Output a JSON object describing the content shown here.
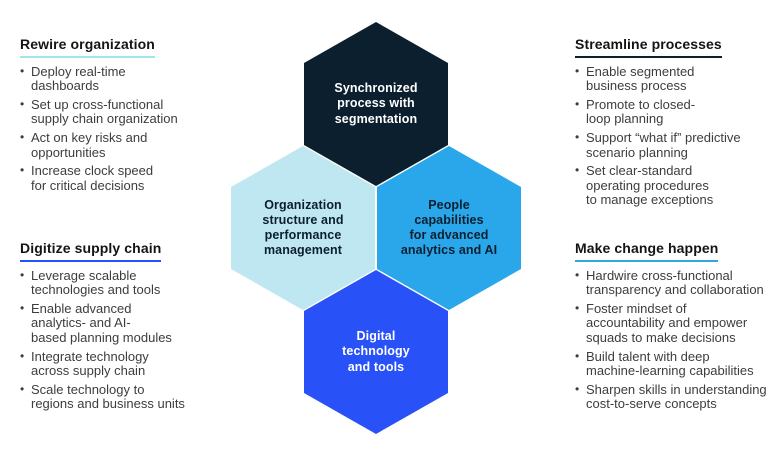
{
  "diagram": {
    "panels": [
      {
        "id": "rewire-organization",
        "title": "Rewire organization",
        "underline_color": "#9fe6ec",
        "items": [
          "Deploy real-time\ndashboards",
          "Set up cross-functional\nsupply chain organization",
          "Act on key risks and\nopportunities",
          "Increase clock speed\nfor critical decisions"
        ]
      },
      {
        "id": "digitize-supply-chain",
        "title": "Digitize supply chain",
        "underline_color": "#2251ff",
        "items": [
          "Leverage scalable\ntechnologies and tools",
          "Enable advanced\nanalytics- and AI-\nbased planning modules",
          "Integrate technology\nacross supply chain",
          "Scale technology to\nregions and business units"
        ]
      },
      {
        "id": "streamline-processes",
        "title": "Streamline processes",
        "underline_color": "#0a1f2e",
        "items": [
          "Enable segmented\nbusiness process",
          "Promote to closed-\nloop planning",
          "Support “what if” predictive\nscenario planning",
          "Set clear-standard\noperating procedures\nto manage exceptions"
        ]
      },
      {
        "id": "make-change-happen",
        "title": "Make change happen",
        "underline_color": "#2ea8e0",
        "items": [
          "Hardwire cross-functional\ntransparency and collaboration",
          "Foster mindset of\naccountability and empower\nsquads to make decisions",
          "Build talent with deep\nmachine-learning capabilities",
          "Sharpen skills in understanding\ncost-to-serve concepts"
        ]
      }
    ],
    "hexagons": [
      {
        "id": "synchronized-process",
        "label": "Synchronized\nprocess with\nsegmentation",
        "bg": "#0b1f2e",
        "text_color": "#ffffff"
      },
      {
        "id": "organization-structure",
        "label": "Organization\nstructure and\nperformance\nmanagement",
        "bg": "#bfe7f1",
        "text_color": "#0b1f2e"
      },
      {
        "id": "people-capabilities",
        "label": "People\ncapabilities\nfor advanced\nanalytics and AI",
        "bg": "#29a7ea",
        "text_color": "#0b1f2e"
      },
      {
        "id": "digital-technology",
        "label": "Digital\ntechnology\nand tools",
        "bg": "#2851f8",
        "text_color": "#ffffff"
      }
    ]
  }
}
